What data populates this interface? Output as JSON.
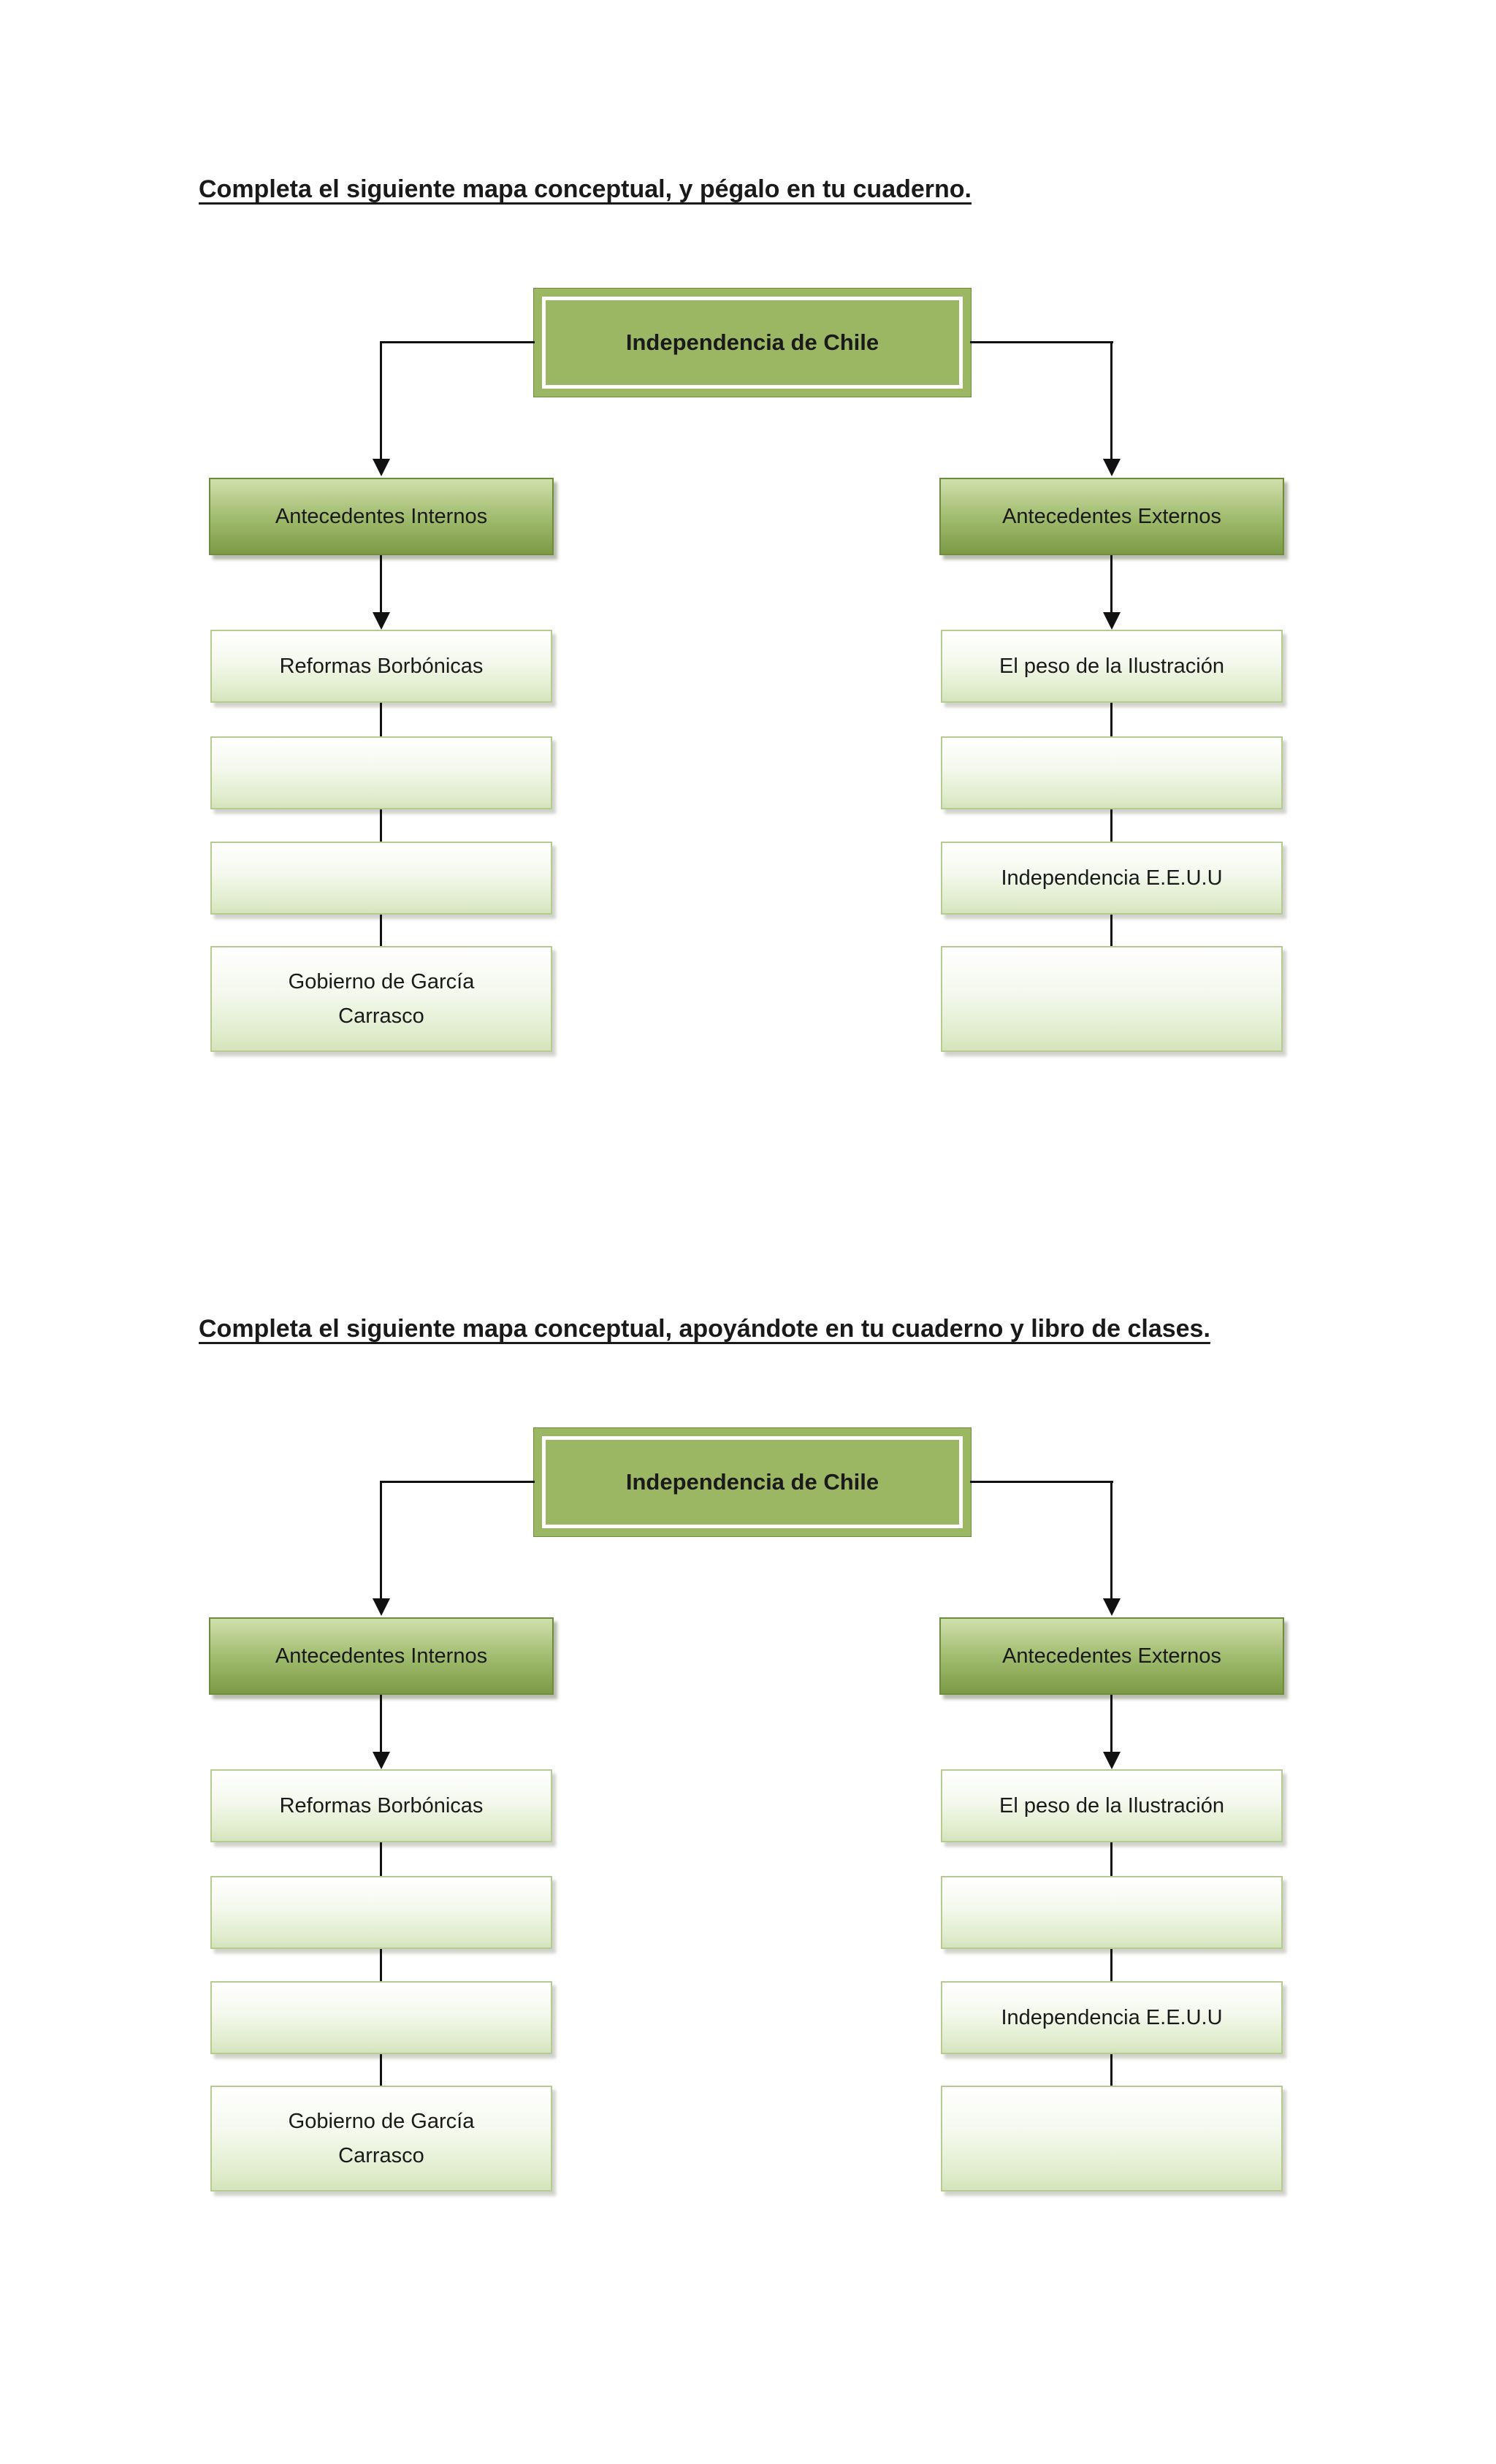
{
  "colors": {
    "page_bg": "#ffffff",
    "text": "#1a1a1a",
    "connector": "#111111",
    "root_fill": "#9cb763",
    "root_outline": "#ffffff",
    "branch_bottom": "#7d9a47",
    "branch_border": "#6d8c3e",
    "level_bottom": "#d5e4bc",
    "level_border": "#b6cb90"
  },
  "sections": [
    {
      "heading": "Completa el siguiente mapa conceptual, y pégalo en tu cuaderno.",
      "diagram": {
        "root": "Independencia de Chile",
        "left_branch": {
          "title": "Antecedentes Internos",
          "items": [
            "Reformas Borbónicas",
            "",
            "",
            "Gobierno de García\nCarrasco"
          ]
        },
        "right_branch": {
          "title": "Antecedentes Externos",
          "items": [
            "El peso de la Ilustración",
            "",
            "Independencia E.E.U.U",
            ""
          ]
        }
      }
    },
    {
      "heading": "Completa el siguiente mapa conceptual, apoyándote en tu cuaderno y libro de clases.",
      "diagram": {
        "root": "Independencia de Chile",
        "left_branch": {
          "title": "Antecedentes Internos",
          "items": [
            "Reformas Borbónicas",
            "",
            "",
            "Gobierno de García\nCarrasco"
          ]
        },
        "right_branch": {
          "title": "Antecedentes Externos",
          "items": [
            "El peso de la Ilustración",
            "",
            "Independencia E.E.U.U",
            ""
          ]
        }
      }
    }
  ]
}
